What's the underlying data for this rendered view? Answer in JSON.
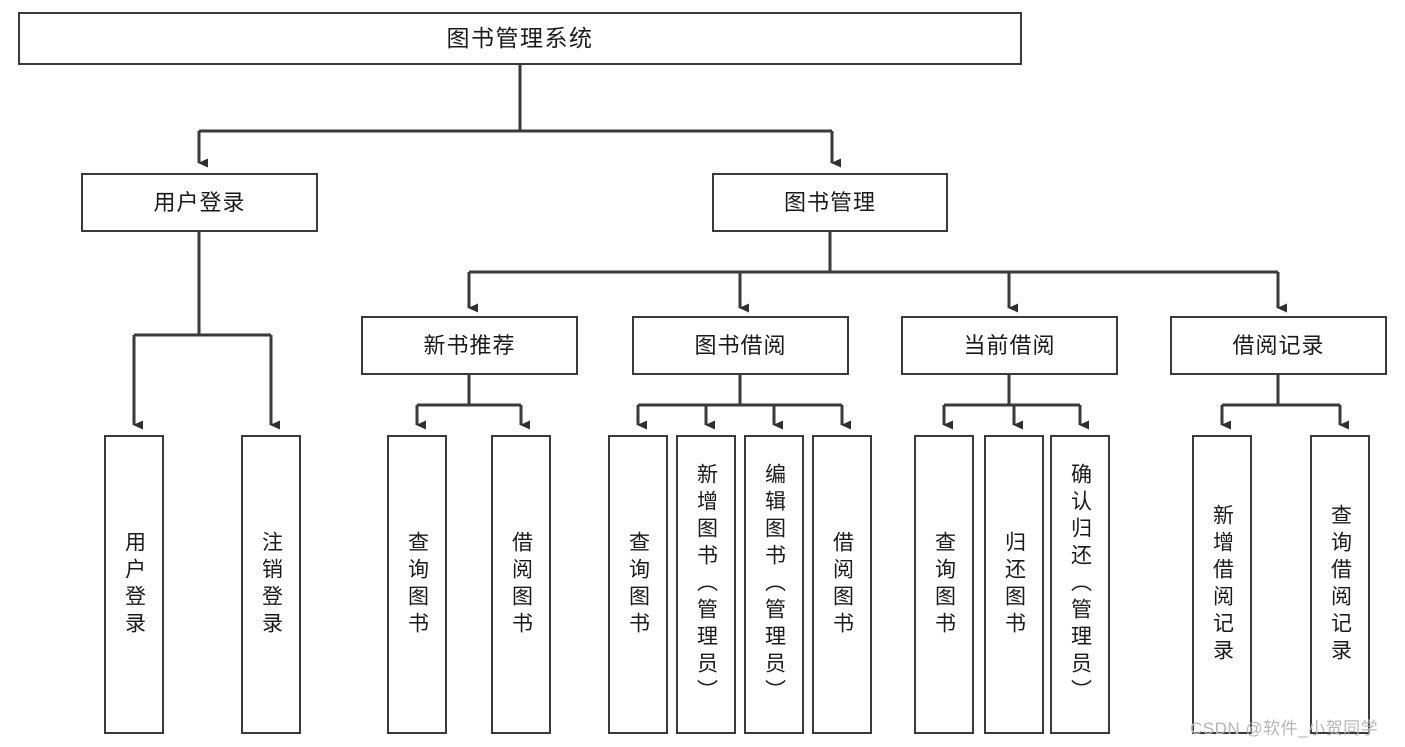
{
  "diagram": {
    "title": "图书管理系统",
    "type": "tree",
    "watermark": "CSDN @软件_小贺同学",
    "colors": {
      "stroke": "#3a3a3a",
      "text": "#1a1a1a",
      "background": "#ffffff",
      "watermark": "#b6b6b6"
    },
    "nodes": {
      "root": {
        "label": "图书管理系统"
      },
      "level2": [
        {
          "label": "用户登录"
        },
        {
          "label": "图书管理"
        }
      ],
      "level3": [
        {
          "label": "新书推荐"
        },
        {
          "label": "图书借阅"
        },
        {
          "label": "当前借阅"
        },
        {
          "label": "借阅记录"
        }
      ],
      "leaves": {
        "user_login": [
          {
            "label": "用户登录"
          },
          {
            "label": "注销登录"
          }
        ],
        "new_book": [
          {
            "label": "查询图书"
          },
          {
            "label": "借阅图书"
          }
        ],
        "book_borrow": [
          {
            "label": "查询图书"
          },
          {
            "label": "新增图书（管理员）"
          },
          {
            "label": "编辑图书（管理员）"
          },
          {
            "label": "借阅图书"
          }
        ],
        "current_borrow": [
          {
            "label": "查询图书"
          },
          {
            "label": "归还图书"
          },
          {
            "label": "确认归还（管理员）"
          }
        ],
        "borrow_record": [
          {
            "label": "新增借阅记录"
          },
          {
            "label": "查询借阅记录"
          }
        ]
      }
    }
  }
}
